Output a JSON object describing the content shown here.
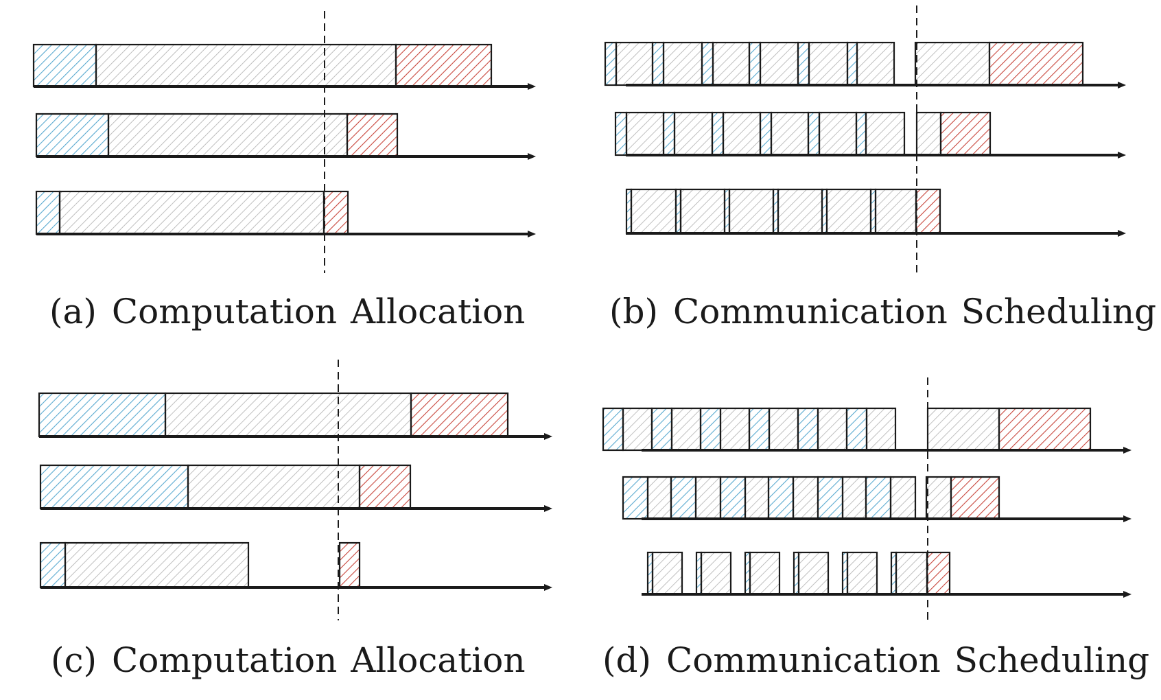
{
  "colors": {
    "communication": "#5aaad0",
    "computation": "#b8b8b8",
    "aggregation": "#c8463c",
    "outline": "#1a1a1a",
    "axis": "#1a1a1a",
    "deadline": "#1a1a1a"
  },
  "panels": [
    {
      "id": "a",
      "tag": "(a)",
      "caption": "Computation Allocation"
    },
    {
      "id": "b",
      "tag": "(b)",
      "caption": "Communication Scheduling"
    },
    {
      "id": "c",
      "tag": "(c)",
      "caption": "Computation Allocation"
    },
    {
      "id": "d",
      "tag": "(d)",
      "caption": "Communication Scheduling"
    }
  ]
}
